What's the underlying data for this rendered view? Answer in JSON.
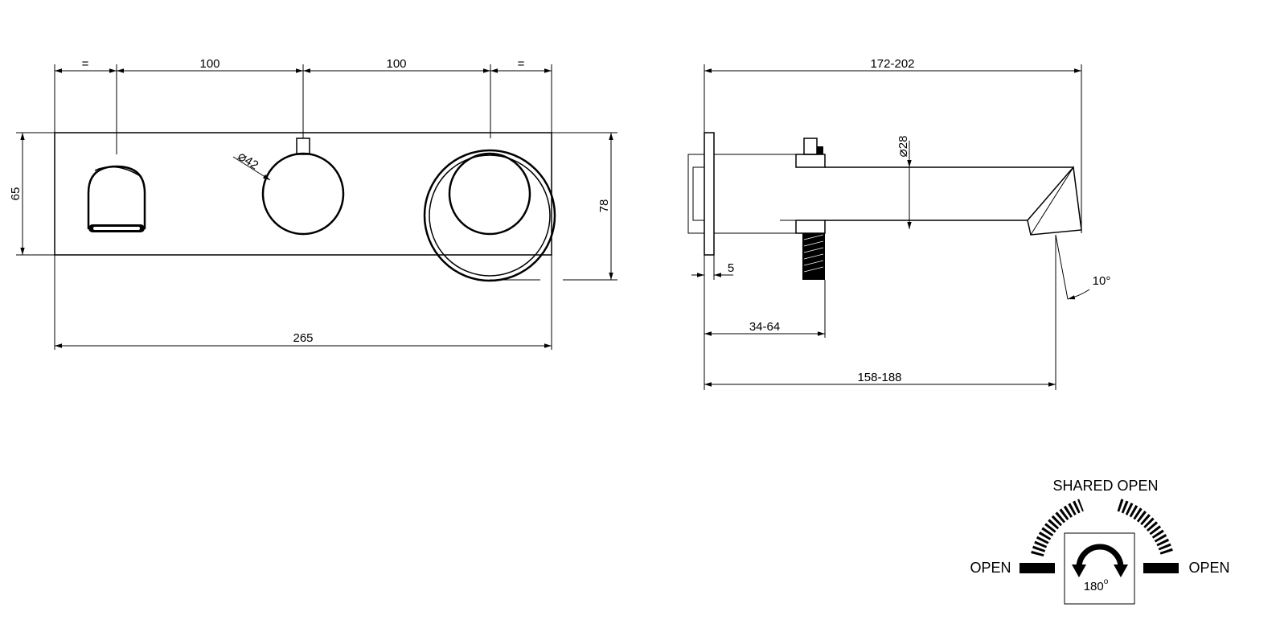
{
  "front_view": {
    "dims": {
      "left_equal": "=",
      "spacing_left": "100",
      "spacing_right": "100",
      "right_equal": "=",
      "height": "65",
      "handle_dia": "42",
      "total_height": "78",
      "total_width": "265"
    }
  },
  "side_view": {
    "dims": {
      "total_length": "172-202",
      "spout_dia": "28",
      "plate_thickness": "5",
      "handle_offset": "34-64",
      "spout_length": "158-188",
      "angle": "10°"
    }
  },
  "rotation_diagram": {
    "shared_open_label": "SHARED OPEN",
    "open_left_label": "OPEN",
    "open_right_label": "OPEN",
    "rotation_label": "180"
  }
}
